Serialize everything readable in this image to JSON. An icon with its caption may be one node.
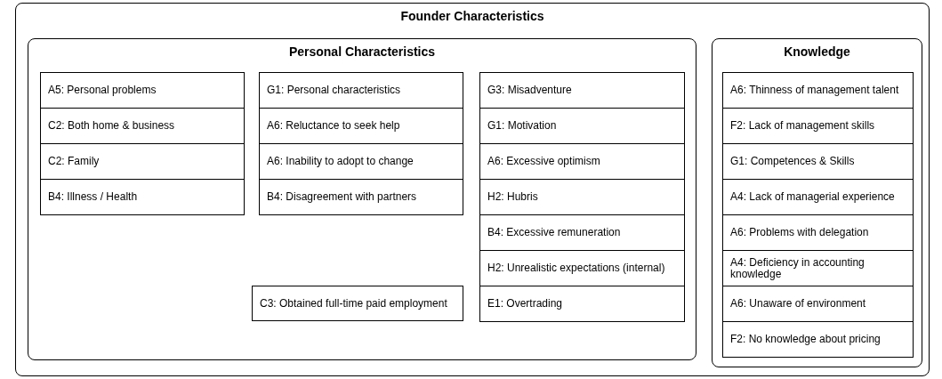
{
  "diagram": {
    "nodes": [
      {
        "text": [
          "Founder Characteristics"
        ]
      },
      {
        "text": [
          "Personal Characteristics"
        ],
        "in": 0
      },
      {
        "text": [
          "A5: Personal problems"
        ],
        "in": 1
      },
      {
        "text": [
          "C2: Both home & business"
        ],
        "in": 1
      },
      {
        "text": [
          "C2: Family"
        ],
        "in": 1
      },
      {
        "text": [
          "B4: Illness / Health"
        ],
        "in": 1
      },
      {
        "text": [
          "G1: Personal characteristics"
        ],
        "in": 1
      },
      {
        "text": [
          "A6: Reluctance to seek help"
        ],
        "in": 1
      },
      {
        "text": [
          "A6: Inability to adopt to change"
        ],
        "in": 1
      },
      {
        "text": [
          "B4: Disagreement with partners"
        ],
        "in": 1
      },
      {
        "text": [
          "C3: Obtained full-time paid employment"
        ],
        "in": 1
      },
      {
        "text": [
          "G3: Misadventure"
        ],
        "in": 1
      },
      {
        "text": [
          "G1: Motivation"
        ],
        "in": 1
      },
      {
        "text": [
          "A6: Excessive optimism"
        ],
        "in": 1
      },
      {
        "text": [
          "H2: Hubris"
        ],
        "in": 1
      },
      {
        "text": [
          "B4: Excessive remuneration"
        ],
        "in": 1
      },
      {
        "text": [
          "H2: Unrealistic expectations (internal)"
        ],
        "in": 1
      },
      {
        "text": [
          "E1: Overtrading"
        ],
        "in": 1
      },
      {
        "text": [
          "Knowledge"
        ],
        "in": 0
      },
      {
        "text": [
          "A6: Thinness of management talent"
        ],
        "in": 18
      },
      {
        "text": [
          "F2: Lack of management skills"
        ],
        "in": 18
      },
      {
        "text": [
          "G1: Competences & Skills"
        ],
        "in": 18
      },
      {
        "text": [
          "A4: Lack of managerial experience"
        ],
        "in": 18
      },
      {
        "text": [
          "A6: Problems with delegation"
        ],
        "in": 18
      },
      {
        "text": [
          "A4: Deficiency in accounting knowledge"
        ],
        "in": 18
      },
      {
        "text": [
          "A6: Unaware of environment"
        ],
        "in": 18
      },
      {
        "text": [
          "F2: No knowledge about pricing"
        ],
        "in": 18
      }
    ]
  }
}
